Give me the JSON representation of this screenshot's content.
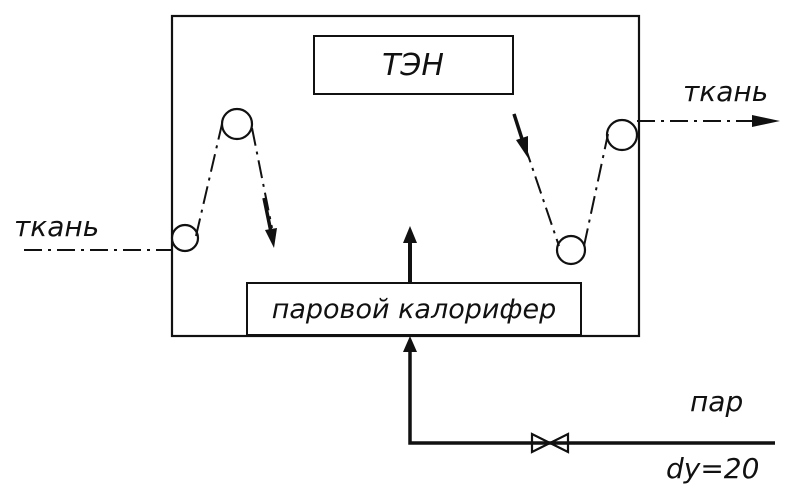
{
  "labels": {
    "heater": "ТЭН",
    "steam_heater": "паровой калорифер",
    "fabric_in": "ткань",
    "fabric_out": "ткань",
    "steam": "пар",
    "pipe_size": "dy=20"
  },
  "colors": {
    "ink": "#111111",
    "background": "#ffffff"
  }
}
